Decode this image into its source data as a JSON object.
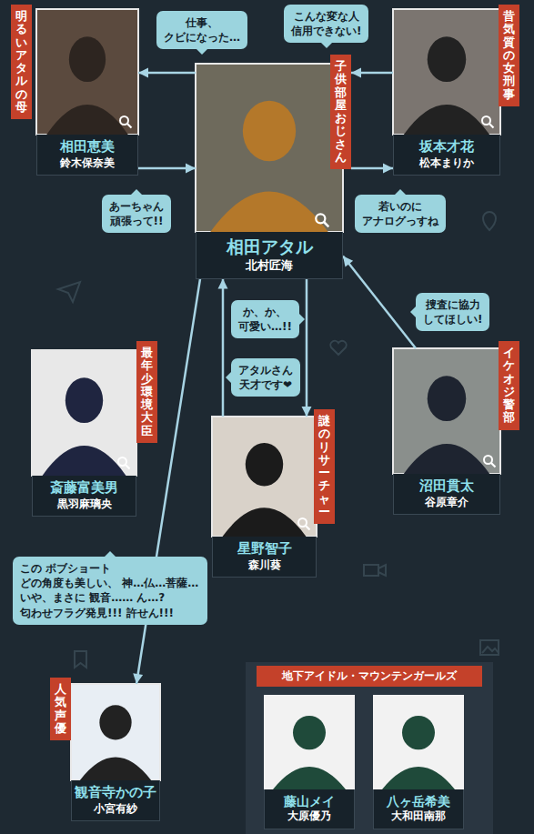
{
  "diagram": {
    "nodes": [
      {
        "text": [
          "明るいアタルの母",
          "相田恵美",
          "鈴木保奈美"
        ]
      },
      {
        "text": [
          "子供部屋おじさん",
          "相田アタル",
          "北村匠海"
        ]
      },
      {
        "text": [
          "昔気質の女刑事",
          "坂本才花",
          "松本まりか"
        ]
      },
      {
        "text": [
          "最年少環境大臣",
          "斎藤富美男",
          "黒羽麻璃央"
        ]
      },
      {
        "text": [
          "謎のリサーチャー",
          "星野智子",
          "森川葵"
        ]
      },
      {
        "text": [
          "イケオジ警部",
          "沼田貫太",
          "谷原章介"
        ]
      },
      {
        "text": [
          "人気声優",
          "観音寺かの子",
          "小宮有紗"
        ]
      },
      {
        "text": [
          "地下アイドル・マウンテンガールズ"
        ]
      },
      {
        "text": [
          "藤山メイ",
          "大原優乃"
        ],
        "in": 7
      },
      {
        "text": [
          "八ヶ岳希美",
          "大和田南那"
        ],
        "in": 7
      }
    ],
    "edges": [
      {
        "from": 1,
        "to": 0,
        "arrow": "to",
        "label": "仕事、 クビになった…"
      },
      {
        "from": 0,
        "to": 1,
        "arrow": "to",
        "label": "あーちゃん 頑張って!!"
      },
      {
        "from": 2,
        "to": 1,
        "arrow": "to",
        "label": "こんな変な人 信用できない!"
      },
      {
        "from": 1,
        "to": 2,
        "arrow": "to",
        "label": "若いのに アナログっすね"
      },
      {
        "from": 1,
        "to": 4,
        "arrow": "to",
        "label": "か、か、 可愛い…!!"
      },
      {
        "from": 4,
        "to": 1,
        "arrow": "to",
        "label": "アタルさん 天才です❤"
      },
      {
        "from": 5,
        "to": 1,
        "arrow": "to",
        "label": "捜査に協力 してほしい!"
      },
      {
        "from": 1,
        "to": 6,
        "arrow": "to",
        "label": "この ボブショート どの角度も美しい、 神…仏…菩薩… いや、まさに 観音…… ん…? 匂わせフラグ発見!!! 許せん!!!"
      }
    ]
  }
}
